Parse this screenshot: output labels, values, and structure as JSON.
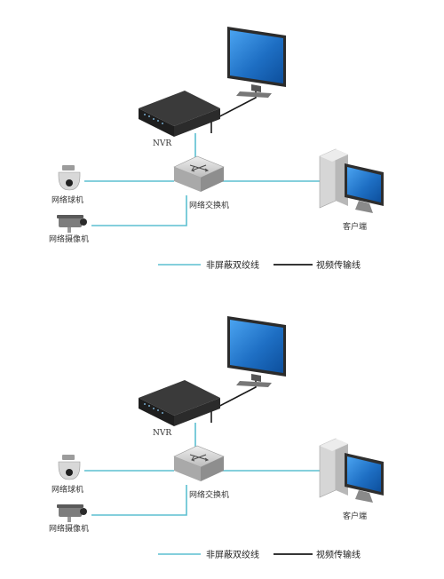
{
  "diagrams": [
    {
      "nvr_label": "NVR",
      "switch_label": "网络交换机",
      "dome_camera_label": "网络球机",
      "bullet_camera_label": "网络摄像机",
      "client_label": "客户端",
      "legend": {
        "cyan_line": "非屏蔽双绞线",
        "black_line": "视频传输线"
      }
    },
    {
      "nvr_label": "NVR",
      "switch_label": "网络交换机",
      "dome_camera_label": "网络球机",
      "bullet_camera_label": "网络摄像机",
      "client_label": "客户端",
      "legend": {
        "cyan_line": "非屏蔽双绞线",
        "black_line": "视频传输线"
      }
    }
  ],
  "colors": {
    "network_cable": "#5bbfd0",
    "video_cable": "#1a1a1a",
    "screen": "#1e6fc4"
  },
  "icons": [
    "monitor-icon",
    "nvr-icon",
    "switch-icon",
    "dome-camera-icon",
    "bullet-camera-icon",
    "client-pc-icon"
  ]
}
